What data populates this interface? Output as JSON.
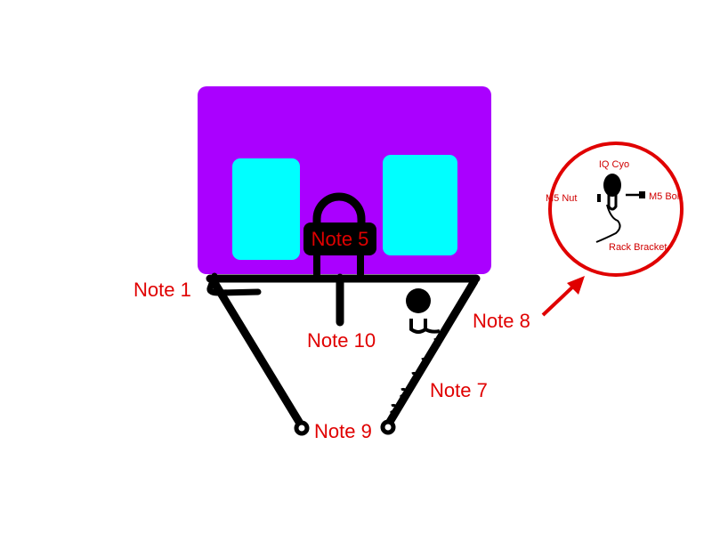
{
  "colors": {
    "body": "#aa00ff",
    "window": "#00ffff",
    "annotation": "#e00000",
    "line": "#000000"
  },
  "labels": {
    "note1": "Note 1",
    "note5": "Note 5",
    "note7": "Note 7",
    "note8": "Note 8",
    "note9": "Note 9",
    "note10": "Note 10"
  },
  "detail": {
    "title": "IQ Cyo",
    "nut": "M5 Nut",
    "bolt": "M5 Bolt",
    "bracket": "Rack Bracket"
  }
}
